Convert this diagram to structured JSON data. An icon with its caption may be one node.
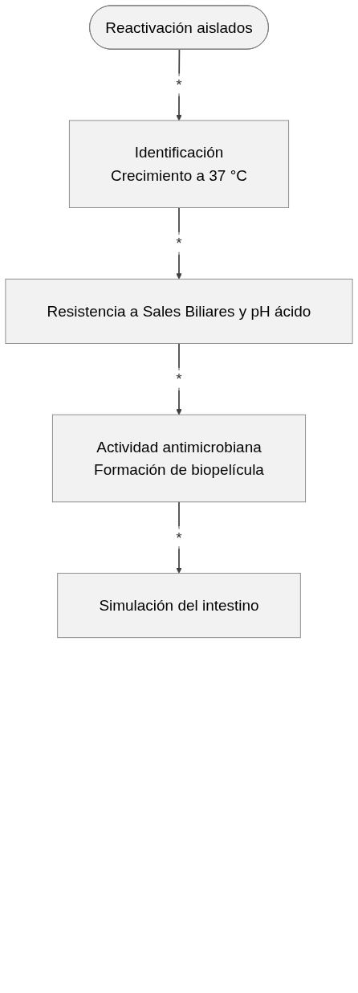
{
  "diagram": {
    "nodes": [
      {
        "text": [
          "Reactivación aislados"
        ]
      },
      {
        "text": [
          "Identificación",
          "Crecimiento a 37 °C"
        ]
      },
      {
        "text": [
          "Resistencia a Sales Biliares y pH ácido"
        ]
      },
      {
        "text": [
          "Actividad antimicrobiana",
          "Formación de biopelícula"
        ]
      },
      {
        "text": [
          "Simulación del intestino"
        ]
      }
    ],
    "edges": [
      {
        "from": 0,
        "to": 1,
        "arrow": "to",
        "label": "*"
      },
      {
        "from": 1,
        "to": 2,
        "arrow": "to",
        "label": "*"
      },
      {
        "from": 2,
        "to": 3,
        "arrow": "to",
        "label": "*"
      },
      {
        "from": 3,
        "to": 4,
        "arrow": "to",
        "label": "*"
      }
    ]
  }
}
